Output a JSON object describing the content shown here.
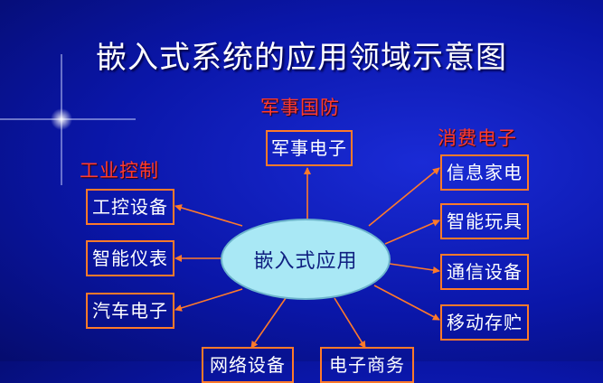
{
  "title": "嵌入式系统的应用领域示意图",
  "center": "嵌入式应用",
  "categories": {
    "military": "军事国防",
    "industrial": "工业控制",
    "consumer": "消费电子"
  },
  "nodes": {
    "military_electronics": "军事电子",
    "industrial_equipment": "工控设备",
    "smart_meters": "智能仪表",
    "auto_electronics": "汽车电子",
    "info_appliances": "信息家电",
    "smart_toys": "智能玩具",
    "comm_equipment": "通信设备",
    "mobile_storage": "移动存贮",
    "network_equipment": "网络设备",
    "electronic_commerce": "电子商务"
  },
  "colors": {
    "background": "#0a16a8",
    "category_text": "#ff3b2f",
    "box_border": "#ff7a2a",
    "arrow": "#ff7a2a",
    "center_fill": "#a9e8f5"
  }
}
